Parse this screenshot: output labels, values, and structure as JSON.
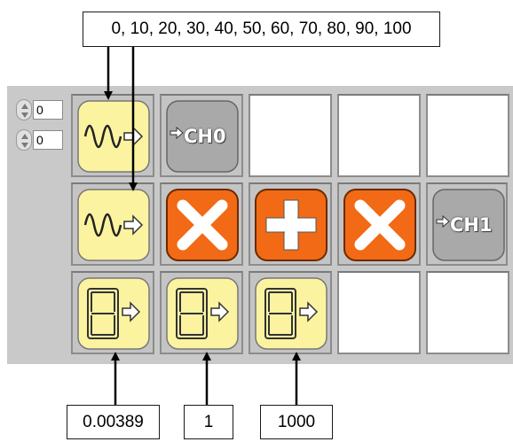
{
  "top_callout": "0, 10, 20, 30, 40, 50, 60, 70, 80, 90, 100",
  "bottom_callouts": [
    "0.00389",
    "1",
    "1000"
  ],
  "spinners": [
    {
      "value": "0"
    },
    {
      "value": "0"
    }
  ],
  "grid": {
    "rows": [
      [
        {
          "type": "sine-wave",
          "label": ""
        },
        {
          "type": "output",
          "label": "CH0"
        },
        {
          "type": "empty"
        },
        {
          "type": "empty"
        },
        {
          "type": "empty"
        }
      ],
      [
        {
          "type": "sine-wave",
          "label": ""
        },
        {
          "type": "multiply"
        },
        {
          "type": "add"
        },
        {
          "type": "multiply"
        },
        {
          "type": "output",
          "label": "CH1"
        }
      ],
      [
        {
          "type": "numeric-constant"
        },
        {
          "type": "numeric-constant"
        },
        {
          "type": "numeric-constant"
        },
        {
          "type": "empty"
        },
        {
          "type": "empty"
        }
      ]
    ]
  },
  "colors": {
    "source_block": "#fbf3a0",
    "operator_block": "#f26a16",
    "output_block": "#a9a9a9",
    "panel": "#c9c9c9"
  }
}
